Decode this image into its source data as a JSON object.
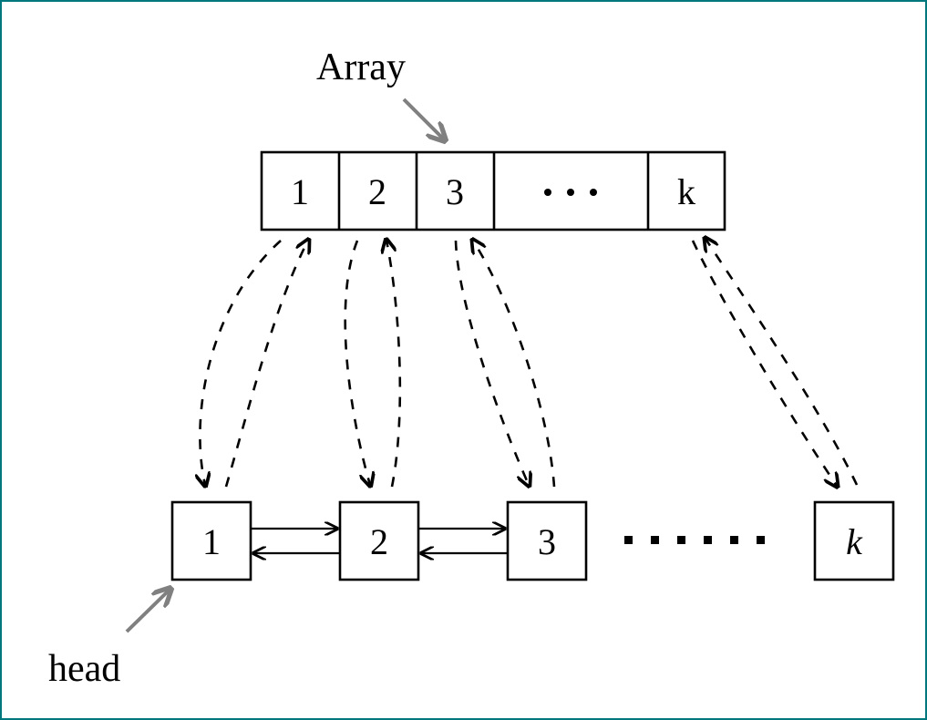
{
  "figure": {
    "title_label": "Array",
    "head_label": "head",
    "border_color": "#00767d",
    "line_color": "#000000",
    "pointer_color": "#808080"
  },
  "array": {
    "name": "array",
    "cells": [
      {
        "label": "1",
        "style": "upright"
      },
      {
        "label": "2",
        "style": "upright"
      },
      {
        "label": "3",
        "style": "upright"
      },
      {
        "label": "· · ·",
        "style": "ellipsis"
      },
      {
        "label": "k",
        "style": "upright"
      }
    ]
  },
  "linked_list": {
    "name": "doubly-linked-list",
    "nodes": [
      {
        "label": "1",
        "style": "upright"
      },
      {
        "label": "2",
        "style": "upright"
      },
      {
        "label": "3",
        "style": "upright"
      },
      {
        "label": "k",
        "style": "italic"
      }
    ],
    "ellipsis_dot_count": 6
  },
  "annotations": {
    "array_pointer": "arrow pointing to array",
    "head_pointer": "arrow pointing to first node"
  }
}
